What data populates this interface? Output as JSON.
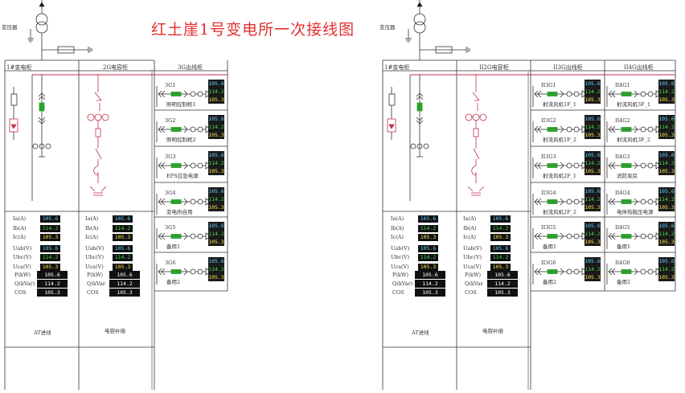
{
  "title": "红土崖1号变电所一次接线图",
  "transformer_label": "变压器",
  "left": {
    "headers": [
      "1#变电柜",
      "2G电容柜",
      "3G出线柜"
    ],
    "feeders": [
      {
        "code": "3G1",
        "name": "照明控制柜1"
      },
      {
        "code": "3G2",
        "name": "照明控制柜2"
      },
      {
        "code": "3G3",
        "name": "EPS应急电源"
      },
      {
        "code": "3G4",
        "name": "变电所自用"
      },
      {
        "code": "3G5",
        "name": "备用1"
      },
      {
        "code": "3G6",
        "name": "备用2"
      }
    ],
    "cabinet_names": [
      "AT进线",
      "电容补偿"
    ]
  },
  "right": {
    "headers": [
      "1#变电柜",
      "II2G电容柜",
      "II3G出线柜",
      "II4G出线柜"
    ],
    "feeders_a": [
      {
        "code": "II3G1",
        "name": "射流风机1F_1"
      },
      {
        "code": "II3G2",
        "name": "射流风机1F_2"
      },
      {
        "code": "II3G3",
        "name": "射流风机2F_1"
      },
      {
        "code": "II3G4",
        "name": "射流风机2F_2"
      },
      {
        "code": "II3G5",
        "name": "备用1"
      },
      {
        "code": "II3G6",
        "name": "备用2"
      }
    ],
    "feeders_b": [
      {
        "code": "II4G1",
        "name": "射流风机3F_1"
      },
      {
        "code": "II4G2",
        "name": "射流风机3F_2"
      },
      {
        "code": "II4G3",
        "name": "消防泵房"
      },
      {
        "code": "II4G4",
        "name": "电伴热稳压电源"
      },
      {
        "code": "II4G5",
        "name": "备用1"
      },
      {
        "code": "II4G6",
        "name": "备用2"
      }
    ],
    "cabinet_names": [
      "AT进线",
      "电容补偿"
    ]
  },
  "meter_values": [
    "105.6",
    "114.2",
    "105.3"
  ],
  "meter_labels": {
    "currents": [
      "Ia(A)",
      "Ib(A)",
      "Ic(A)"
    ],
    "voltages": [
      "Uab(V)",
      "Ubc(V)",
      "Uca(V)"
    ],
    "power": [
      "P(kW)",
      "Q(kVar)",
      "COS"
    ]
  },
  "meter_label_cap": [
    "P(kW)",
    "Q(kVar",
    "COS"
  ],
  "colors": {
    "title": "#e03030",
    "busbar": "#c0304a",
    "breaker": "#2ca02c",
    "meter_a": "#5fd0ff",
    "meter_b": "#49d84c",
    "meter_c": "#ffe24a"
  }
}
